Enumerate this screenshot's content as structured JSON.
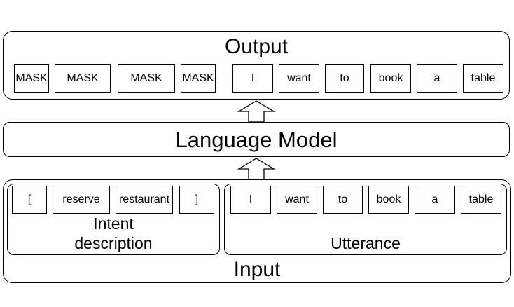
{
  "output": {
    "title": "Output",
    "tokens": [
      "MASK",
      "MASK",
      "MASK",
      "MASK",
      "I",
      "want",
      "to",
      "book",
      "a",
      "table"
    ]
  },
  "language_model": {
    "label": "Language Model"
  },
  "input": {
    "title": "Input",
    "intent": {
      "tokens": [
        "[",
        "reserve",
        "restaurant",
        "]"
      ],
      "label_line1": "Intent",
      "label_line2": "description"
    },
    "utterance": {
      "tokens": [
        "I",
        "want",
        "to",
        "book",
        "a",
        "table"
      ],
      "label": "Utterance"
    }
  }
}
